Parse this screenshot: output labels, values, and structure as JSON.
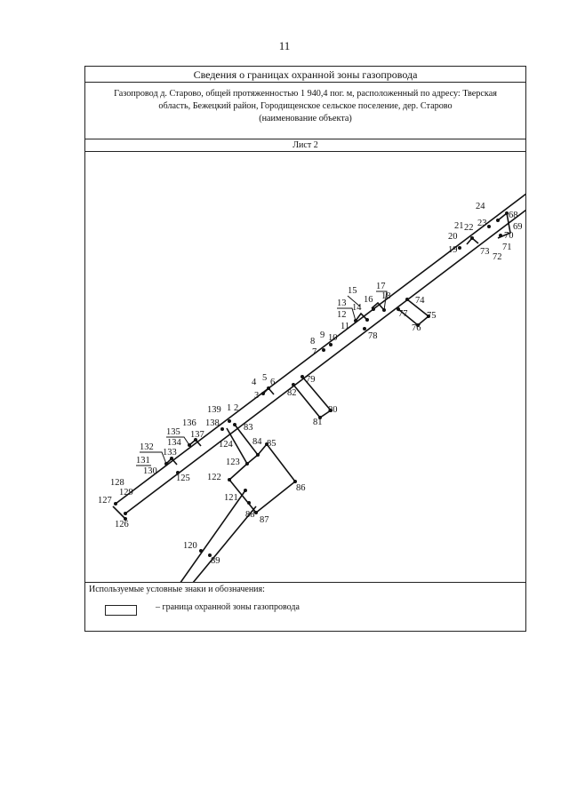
{
  "page_number": "11",
  "header": {
    "title": "Сведения о границах охранной зоны газопровода",
    "object_line1": "Газопровод д. Старово, общей протяженностью 1 940,4 пог. м, расположенный по адресу: Тверская",
    "object_line2": "область, Бежецкий район, Городищенское сельское поселение, дер. Старово",
    "object_caption": "(наименование объекта)",
    "sheet": "Лист 2"
  },
  "map_labels": {
    "l1": "1",
    "l2": "2",
    "l3": "3",
    "l4": "4",
    "l5": "5",
    "l6": "6",
    "l7": "7",
    "l8": "8",
    "l9": "9",
    "l10": "10",
    "l11": "11",
    "l12": "12",
    "l13": "13",
    "l14": "14",
    "l15": "15",
    "l16": "16",
    "l17": "17",
    "l18": "18",
    "l19": "19",
    "l20": "20",
    "l21": "21",
    "l22": "22",
    "l23": "23",
    "l24": "24",
    "l68": "68",
    "l69": "69",
    "l70": "70",
    "l71": "71",
    "l72": "72",
    "l73": "73",
    "l74": "74",
    "l75": "75",
    "l76": "76",
    "l77": "77",
    "l78": "78",
    "l79": "79",
    "l80": "80",
    "l81": "81",
    "l82": "82",
    "l83": "83",
    "l84": "84",
    "l85": "85",
    "l86": "86",
    "l87": "87",
    "l88": "88",
    "l89": "89",
    "l120": "120",
    "l121": "121",
    "l122": "122",
    "l123": "123",
    "l124": "124",
    "l125": "125",
    "l126": "126",
    "l127": "127",
    "l128": "128",
    "l129": "129",
    "l130": "130",
    "l131": "131",
    "l132": "132",
    "l133": "133",
    "l134": "134",
    "l135": "135",
    "l136": "136",
    "l137": "137",
    "l138": "138",
    "l139": "139"
  },
  "legend": {
    "title": "Используемые условные знаки и обозначения:",
    "item": "–  граница охранной зоны газопровода"
  }
}
